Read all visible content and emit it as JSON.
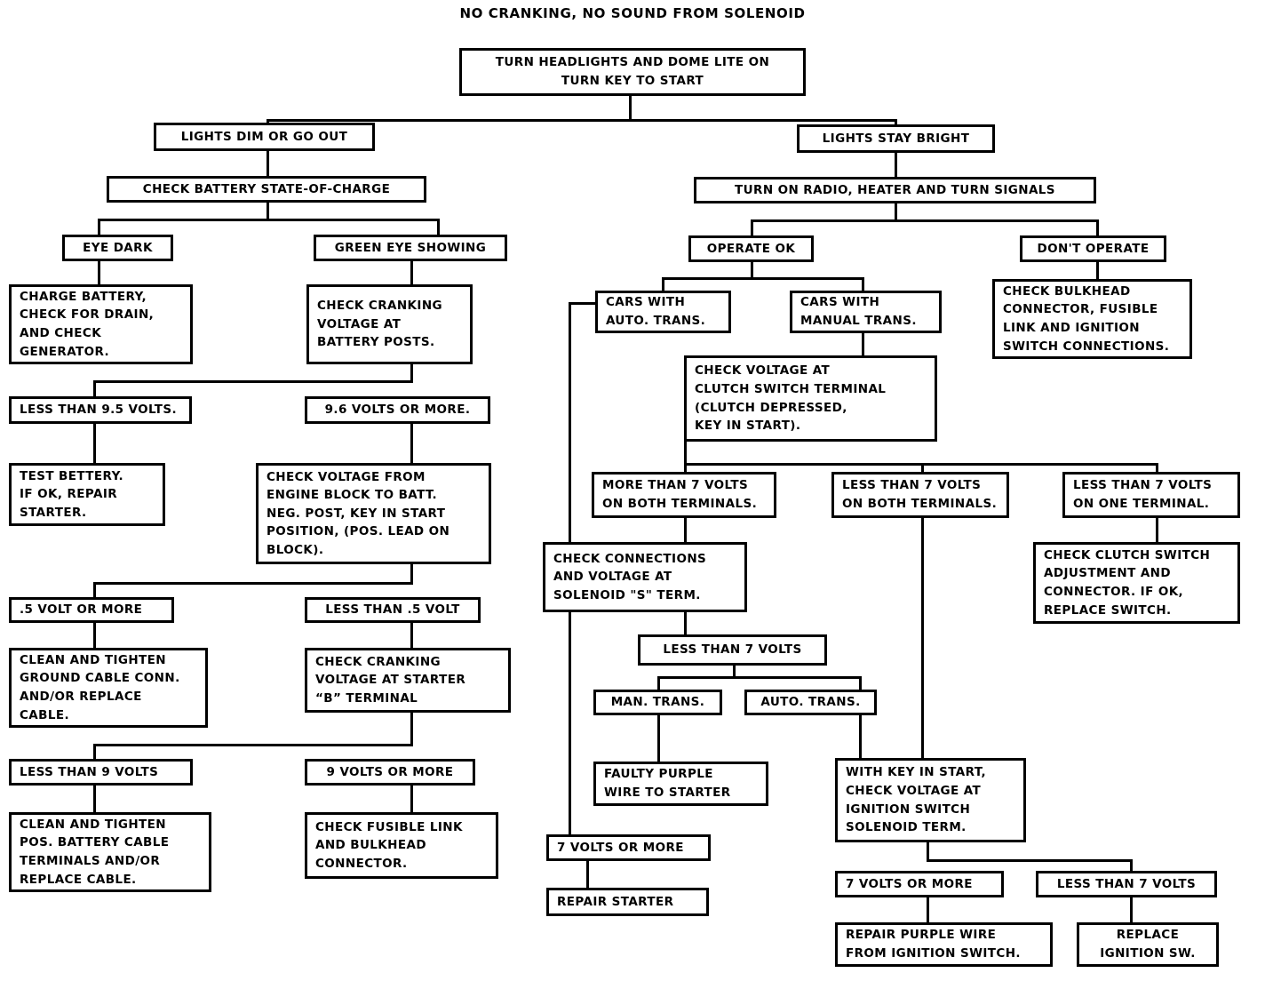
{
  "title": "NO CRANKING, NO SOUND FROM SOLENOID",
  "diagram": {
    "type": "flowchart",
    "nodes": {
      "start": "TURN HEADLIGHTS AND DOME LITE ON\nTURN KEY TO START",
      "lights_dim": "LIGHTS DIM OR GO OUT",
      "lights_bright": "LIGHTS STAY BRIGHT",
      "check_soc": "CHECK BATTERY STATE-OF-CHARGE",
      "turn_on_radio": "TURN ON RADIO, HEATER AND TURN SIGNALS",
      "eye_dark": "EYE DARK",
      "green_eye": "GREEN EYE SHOWING",
      "operate_ok": "OPERATE OK",
      "dont_operate": "DON'T OPERATE",
      "charge_battery": "CHARGE BATTERY,\nCHECK FOR DRAIN,\nAND CHECK\nGENERATOR.",
      "check_cranking_posts": "CHECK CRANKING\nVOLTAGE AT\nBATTERY POSTS.",
      "cars_auto": "CARS WITH\nAUTO. TRANS.",
      "cars_manual": "CARS WITH\nMANUAL TRANS.",
      "check_bulkhead": "CHECK BULKHEAD\nCONNECTOR, FUSIBLE\nLINK AND IGNITION\nSWITCH CONNECTIONS.",
      "less_95": "LESS THAN 9.5 VOLTS.",
      "more_96": "9.6 VOLTS OR MORE.",
      "check_clutch_volt": "CHECK VOLTAGE AT\nCLUTCH SWITCH TERMINAL\n(CLUTCH DEPRESSED,\nKEY IN START).",
      "test_battery": "TEST BETTERY.\nIF OK, REPAIR\nSTARTER.",
      "check_volt_block": "CHECK VOLTAGE FROM\nENGINE BLOCK TO BATT.\nNEG. POST, KEY IN START\nPOSITION, (POS. LEAD ON\nBLOCK).",
      "more7_both": "MORE THAN 7 VOLTS\nON BOTH TERMINALS.",
      "less7_both": "LESS THAN 7 VOLTS\nON BOTH TERMINALS.",
      "less7_one": "LESS THAN 7 VOLTS\nON ONE TERMINAL.",
      "check_conn_sol": "CHECK CONNECTIONS\nAND VOLTAGE AT\nSOLENOID \"S\" TERM.",
      "check_clutch_adj": "CHECK CLUTCH SWITCH\nADJUSTMENT AND\nCONNECTOR. IF OK,\nREPLACE SWITCH.",
      "half_or_more": ".5 VOLT OR MORE",
      "less_half": "LESS THAN .5 VOLT",
      "less7_sol": "LESS THAN 7 VOLTS",
      "clean_ground": "CLEAN AND TIGHTEN\nGROUND CABLE CONN.\nAND/OR REPLACE\nCABLE.",
      "check_crank_starter": "CHECK CRANKING\nVOLTAGE AT STARTER\n“B” TERMINAL",
      "man_trans": "MAN. TRANS.",
      "auto_trans": "AUTO. TRANS.",
      "less_9": "LESS THAN 9 VOLTS",
      "more_9": "9 VOLTS OR MORE",
      "faulty_purple": "FAULTY PURPLE\nWIRE TO STARTER",
      "with_key_start": "WITH KEY IN START,\nCHECK VOLTAGE AT\nIGNITION SWITCH\nSOLENOID TERM.",
      "clean_pos": "CLEAN AND TIGHTEN\nPOS. BATTERY CABLE\nTERMINALS AND/OR\nREPLACE CABLE.",
      "check_fusible": "CHECK FUSIBLE LINK\nAND BULKHEAD\nCONNECTOR.",
      "seven_or_more_a": "7 VOLTS OR MORE",
      "seven_or_more_b": "7 VOLTS OR MORE",
      "less7_ign": "LESS THAN 7 VOLTS",
      "repair_starter": "REPAIR STARTER",
      "repair_purple": "REPAIR PURPLE WIRE\nFROM IGNITION SWITCH.",
      "replace_ign": "REPLACE\nIGNITION SW."
    }
  }
}
